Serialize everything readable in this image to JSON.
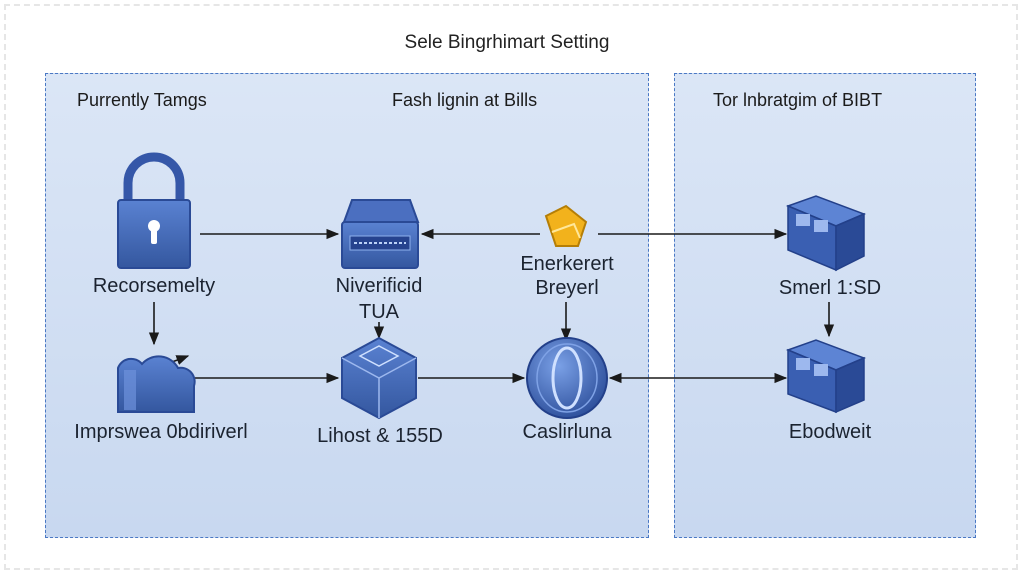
{
  "title": "Sele Bingrhimart Setting",
  "panels": {
    "left": {
      "heading_a": "Purrently Tamgs",
      "heading_b": "Fash lignin at Bills"
    },
    "right": {
      "heading": "Tor lnbratgim of BIBT"
    }
  },
  "nodes": {
    "lock": {
      "label": "Recorsemelty",
      "icon": "lock-icon"
    },
    "terminal": {
      "label_line1": "Niverificid",
      "label_line2": "TUA",
      "icon": "terminal-icon"
    },
    "key": {
      "label_line1": "Enerkerert",
      "label_line2": "Breyerl",
      "icon": "key-icon"
    },
    "server_top": {
      "label": "Smerl 1:SD",
      "icon": "server-icon"
    },
    "cloud": {
      "label": "Imprswea 0bdiriverl",
      "icon": "cloud-icon"
    },
    "cube": {
      "label": "Lihost & 155D",
      "icon": "cube-icon"
    },
    "sphere": {
      "label": "Caslirluna",
      "icon": "sphere-icon"
    },
    "server_bottom": {
      "label": "Ebodweit",
      "icon": "server-icon"
    }
  },
  "colors": {
    "icon_blue": "#3d63b8",
    "icon_dark": "#2a4a96",
    "key_gold": "#f2b21c",
    "panel_border": "#4a78c4"
  }
}
